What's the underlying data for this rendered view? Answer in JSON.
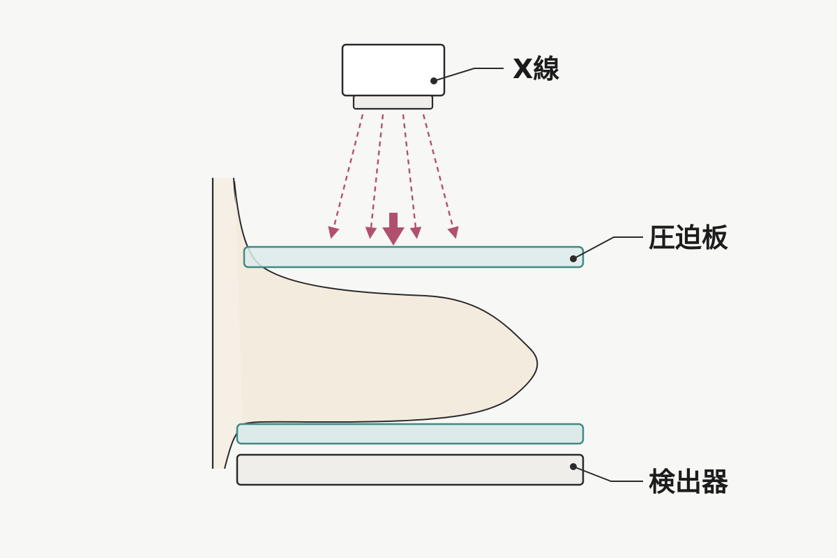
{
  "labels": {
    "xray": "X線",
    "compression_plate": "圧迫板",
    "detector": "検出器"
  },
  "colors": {
    "background": "#f7f7f5",
    "outline": "#2a2a2a",
    "tissue_fill": "#f4ebdf",
    "body_fill": "#f6efe6",
    "plate_fill": "#dcebea",
    "plate_stroke": "#3f8a85",
    "tube_fill": "#ffffff",
    "collimator_fill": "#efeeea",
    "detector_fill": "#efeeea",
    "beam": "#b0506f"
  },
  "icons": {
    "xray_tube": "xray-tube-icon",
    "compression_arrow": "down-arrow-icon",
    "beam": "dashed-arrow-icon"
  }
}
